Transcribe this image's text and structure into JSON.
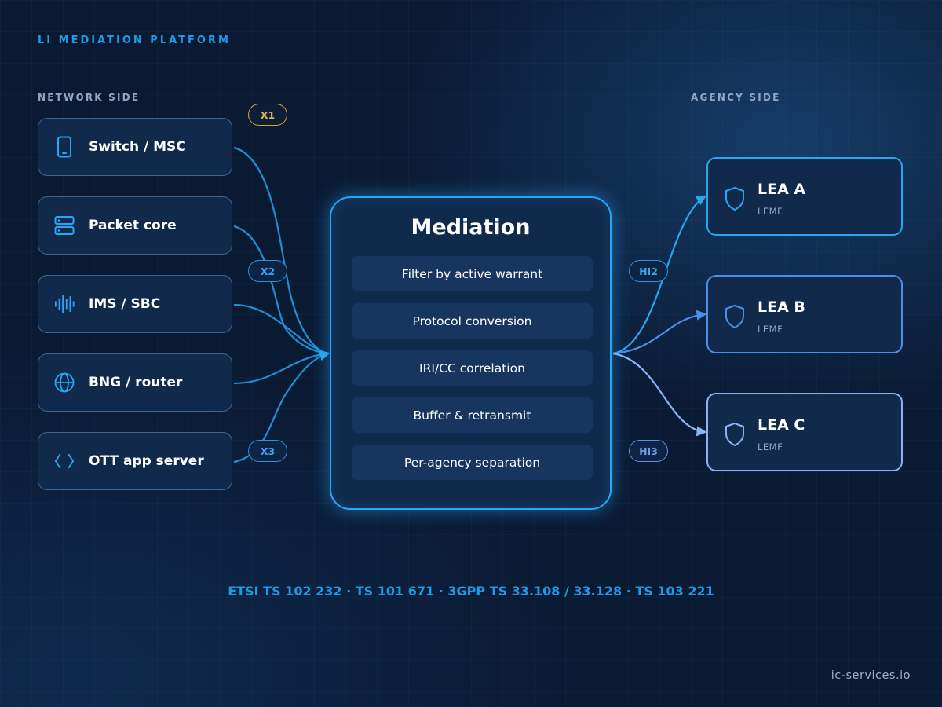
{
  "header": {
    "title": "LI MEDIATION PLATFORM"
  },
  "network_side": {
    "label": "NETWORK SIDE",
    "nodes": [
      {
        "label": "Switch / MSC",
        "icon": "phone-icon"
      },
      {
        "label": "Packet core",
        "icon": "server-icon"
      },
      {
        "label": "IMS / SBC",
        "icon": "waveform-icon"
      },
      {
        "label": "BNG / router",
        "icon": "globe-icon"
      },
      {
        "label": "OTT app server",
        "icon": "code-icon"
      }
    ]
  },
  "interfaces": {
    "x1": "X1",
    "x2": "X2",
    "x3": "X3",
    "hi2": "HI2",
    "hi3": "HI3"
  },
  "mediation": {
    "title": "Mediation",
    "steps": [
      "Filter by active warrant",
      "Protocol conversion",
      "IRI/CC correlation",
      "Buffer & retransmit",
      "Per-agency separation"
    ]
  },
  "agency_side": {
    "label": "AGENCY SIDE",
    "agencies": [
      {
        "name": "LEA A",
        "sub": "LEMF",
        "icon": "shield-icon",
        "color": "#2aa6f0"
      },
      {
        "name": "LEA B",
        "sub": "LEMF",
        "icon": "shield-icon",
        "color": "#4a8fe8"
      },
      {
        "name": "LEA C",
        "sub": "LEMF",
        "icon": "shield-icon",
        "color": "#8ab2f5"
      }
    ]
  },
  "standards": "ETSI TS 102 232 · TS 101 671 · 3GPP TS 33.108 / 33.128 · TS 103 221",
  "footer": "ic-services.io",
  "colors": {
    "accent": "#1e9be8",
    "x1_badge": "#d9a530",
    "background": "#0b1a33"
  }
}
